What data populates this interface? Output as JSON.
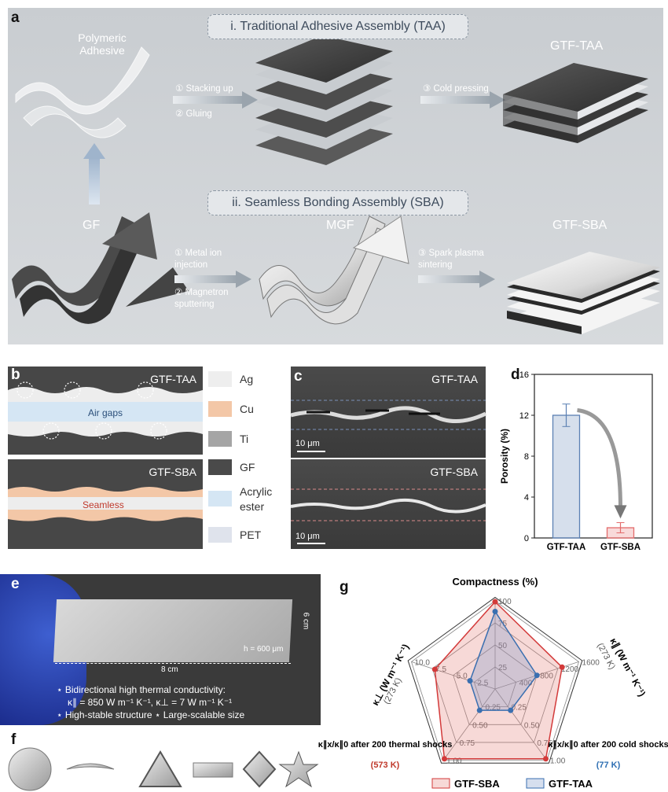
{
  "panel_labels": {
    "a": "a",
    "b": "b",
    "c": "c",
    "d": "d",
    "e": "e",
    "f": "f",
    "g": "g"
  },
  "panel_a": {
    "taa_title": "i. Traditional Adhesive Assembly (TAA)",
    "sba_title": "ii. Seamless Bonding Assembly (SBA)",
    "polymeric_adhesive": "Polymeric\nAdhesive",
    "gf": "GF",
    "mgf": "MGF",
    "gtf_taa": "GTF-TAA",
    "gtf_sba": "GTF-SBA",
    "taa_step1": "① Stacking up",
    "taa_step2": "② Gluing",
    "taa_step3": "③ Cold pressing",
    "sba_step1": "① Metal ion\ninjection",
    "sba_step2": "② Magnetron\nsputtering",
    "sba_step3": "③ Spark plasma\nsintering"
  },
  "panel_b": {
    "top_label": "GTF-TAA",
    "air_gaps": "Air gaps",
    "bottom_label": "GTF-SBA",
    "seamless": "Seamless",
    "legend": [
      {
        "name": "Ag",
        "color": "#eeeeee"
      },
      {
        "name": "Cu",
        "color": "#f3c7a7"
      },
      {
        "name": "Ti",
        "color": "#a5a5a5"
      },
      {
        "name": "GF",
        "color": "#4a4a4a"
      },
      {
        "name": "Acrylic\nester",
        "color": "#d5e6f4"
      },
      {
        "name": "PET",
        "color": "#dfe3ec"
      }
    ]
  },
  "panel_c": {
    "top_label": "GTF-TAA",
    "bottom_label": "GTF-SBA",
    "scale": "10 μm"
  },
  "panel_e": {
    "dim_h": "6 cm",
    "dim_w": "8 cm",
    "thickness": "h = 600 μm",
    "line1": "⋆ Bidirectional high thermal conductivity:",
    "line2": "κ∥ = 850 W m⁻¹ K⁻¹, κ⊥ = 7 W m⁻¹ K⁻¹",
    "line3": "⋆ High-stable structure   ⋆ Large-scalable size"
  },
  "chart_data": [
    {
      "type": "bar",
      "categories": [
        "GTF-TAA",
        "GTF-SBA"
      ],
      "values": [
        12.0,
        1.0
      ],
      "errors": [
        1.1,
        0.5
      ],
      "ylabel": "Porosity (%)",
      "ylim": [
        0,
        16
      ],
      "yticks": [
        0,
        4,
        8,
        12,
        16
      ],
      "colors": [
        "#5b80b3",
        "#e36b6b"
      ]
    },
    {
      "type": "radar",
      "axes": [
        {
          "name": "Compactness (%)",
          "ticks": [
            "25",
            "50",
            "75",
            "100"
          ]
        },
        {
          "name": "κ∥ (W m⁻¹ K⁻¹)",
          "sub": "(273 K)",
          "ticks": [
            "400",
            "800",
            "1200",
            "1600"
          ]
        },
        {
          "name": "κ∥x/κ∥0 after 200 cold shocks",
          "sub": "(77 K)",
          "ticks": [
            "0.25",
            "0.50",
            "0.75",
            "1.00"
          ]
        },
        {
          "name": "κ∥x/κ∥0 after 200 thermal shocks",
          "sub": "(573 K)",
          "ticks": [
            "0.25",
            "0.50",
            "0.75",
            "1.00"
          ]
        },
        {
          "name": "κ⊥ (W m⁻¹ K⁻¹)",
          "sub": "(273 K)",
          "ticks": [
            "2.5",
            "5.0",
            "7.5",
            "10.0"
          ]
        }
      ],
      "series": [
        {
          "name": "GTF-SBA",
          "color": "#d33a3a",
          "fill": "rgba(226,120,110,0.28)",
          "values": [
            0.99,
            0.8,
            0.98,
            0.98,
            0.72
          ]
        },
        {
          "name": "GTF-TAA",
          "color": "#3a6fb0",
          "fill": "rgba(120,150,200,0.30)",
          "values": [
            0.88,
            0.5,
            0.3,
            0.3,
            0.3
          ]
        }
      ],
      "tick_labels_visible": [
        "25",
        "50",
        "75",
        "100",
        "400",
        "800",
        "1200",
        "1600",
        "0.25",
        "0.50",
        "0.75",
        "1.00",
        "0.25",
        "0.50",
        "0.75",
        "1.00",
        "2.5",
        "5.0",
        "7.5",
        "10.0"
      ]
    }
  ]
}
